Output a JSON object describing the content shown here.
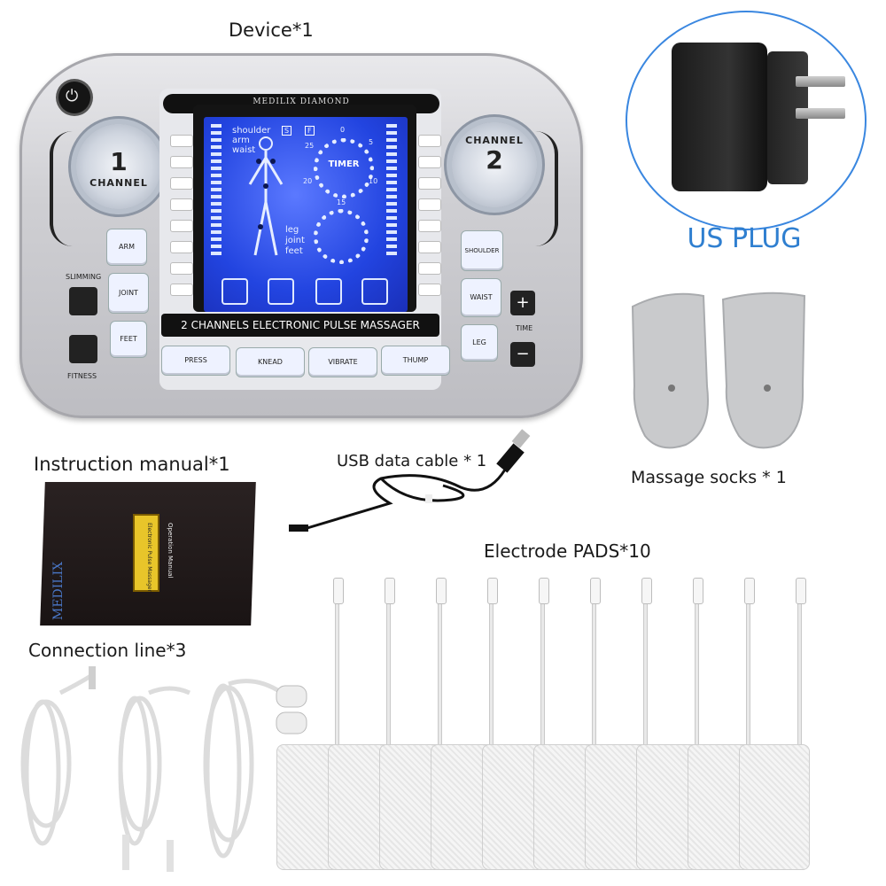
{
  "captions": {
    "device": "Device*1",
    "us_plug": "US PLUG",
    "manual": "Instruction manual*1",
    "usb_cable": "USB data cable * 1",
    "socks": "Massage socks * 1",
    "pads": "Electrode PADS*10",
    "connection": "Connection line*3"
  },
  "device": {
    "brand": "MEDILIX DIAMOND",
    "model": "2 CHANNELS ELECTRONIC PULSE MASSAGER",
    "left_knob": {
      "number": "1",
      "label": "CHANNEL"
    },
    "right_knob": {
      "number": "2",
      "label": "CHANNEL"
    },
    "slimming_label": "SLIMMING",
    "fitness_label": "FITNESS",
    "time_label": "TIME",
    "plus": "+",
    "minus": "−",
    "left_buttons": [
      "ARM",
      "JOINT",
      "FEET"
    ],
    "right_buttons": [
      "SHOULDER",
      "WAIST",
      "LEG"
    ],
    "bottom_buttons": [
      "PRESS",
      "KNEAD",
      "VIBRATE",
      "THUMP"
    ],
    "screen": {
      "body_parts_top": [
        "shoulder",
        "arm",
        "waist"
      ],
      "body_parts_bottom": [
        "leg",
        "joint",
        "feet"
      ],
      "timer_label": "TIMER",
      "timer_ticks": [
        "0",
        "5",
        "10",
        "15",
        "20",
        "25"
      ],
      "mode_flags": [
        "S",
        "F"
      ]
    }
  },
  "manual": {
    "logo": "MEDILIX",
    "tag_text": "Electronic Pulse Massager",
    "tag_subtext": "Operation Manual"
  },
  "pads_count": 10,
  "colors": {
    "accent_blue": "#2f7fd0",
    "screen_blue": "#2244e0"
  }
}
